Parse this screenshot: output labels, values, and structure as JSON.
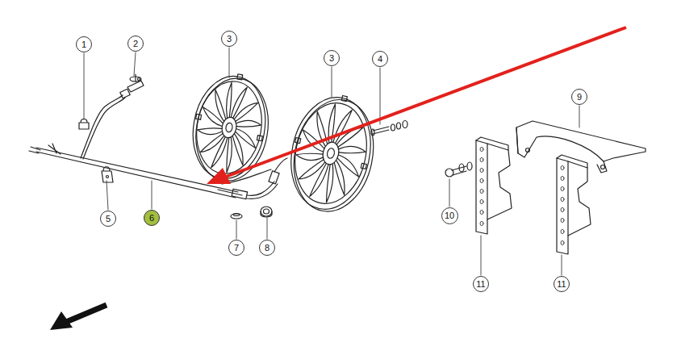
{
  "diagram": {
    "nodes": [
      {
        "text": [
          "1"
        ]
      },
      {
        "text": [
          "2"
        ]
      },
      {
        "text": [
          "3"
        ]
      },
      {
        "text": [
          "3"
        ]
      },
      {
        "text": [
          "4"
        ]
      },
      {
        "text": [
          "9"
        ]
      },
      {
        "text": [
          "5"
        ]
      },
      {
        "text": [
          "6"
        ]
      },
      {
        "text": [
          "7"
        ]
      },
      {
        "text": [
          "8"
        ]
      },
      {
        "text": [
          "10"
        ]
      },
      {
        "text": [
          "11"
        ]
      },
      {
        "text": [
          "11"
        ]
      }
    ],
    "edges": []
  }
}
